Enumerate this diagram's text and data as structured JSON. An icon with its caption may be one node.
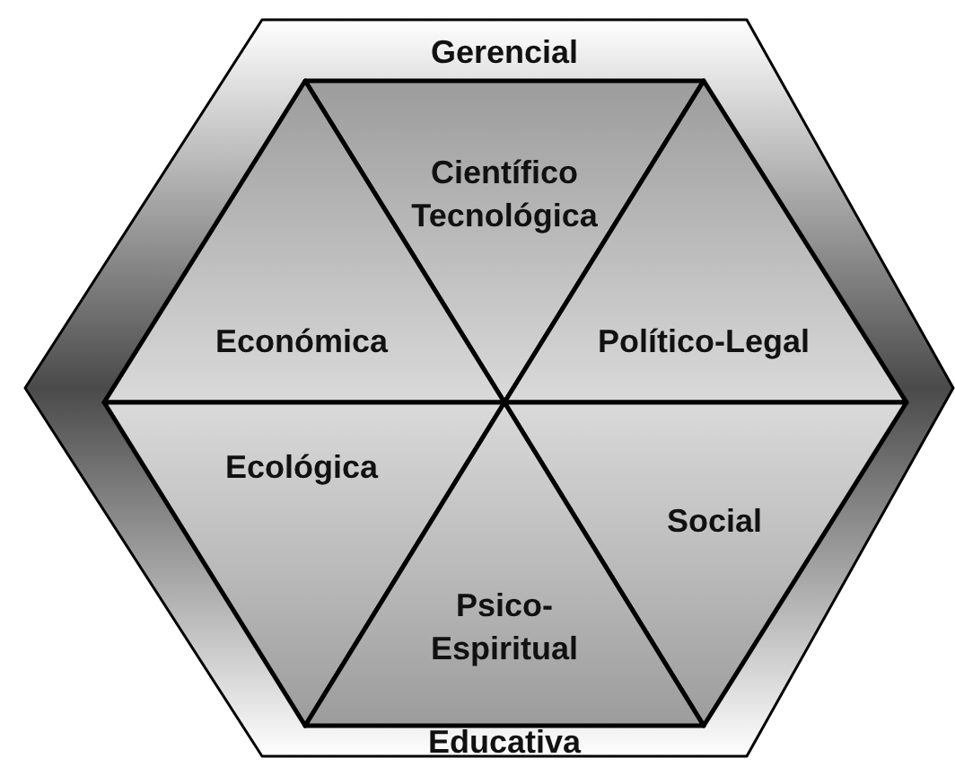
{
  "diagram": {
    "nodes": [
      {
        "text": [
          "Gerencial",
          "Educativa"
        ]
      },
      {
        "text": [
          "Científico Tecnológica"
        ],
        "in": 0
      },
      {
        "text": [
          "Económica"
        ],
        "in": 0
      },
      {
        "text": [
          "Político-Legal"
        ],
        "in": 0
      },
      {
        "text": [
          "Ecológica"
        ],
        "in": 0
      },
      {
        "text": [
          "Social"
        ],
        "in": 0
      },
      {
        "text": [
          "Psico-Espiritual"
        ],
        "in": 0
      }
    ]
  }
}
